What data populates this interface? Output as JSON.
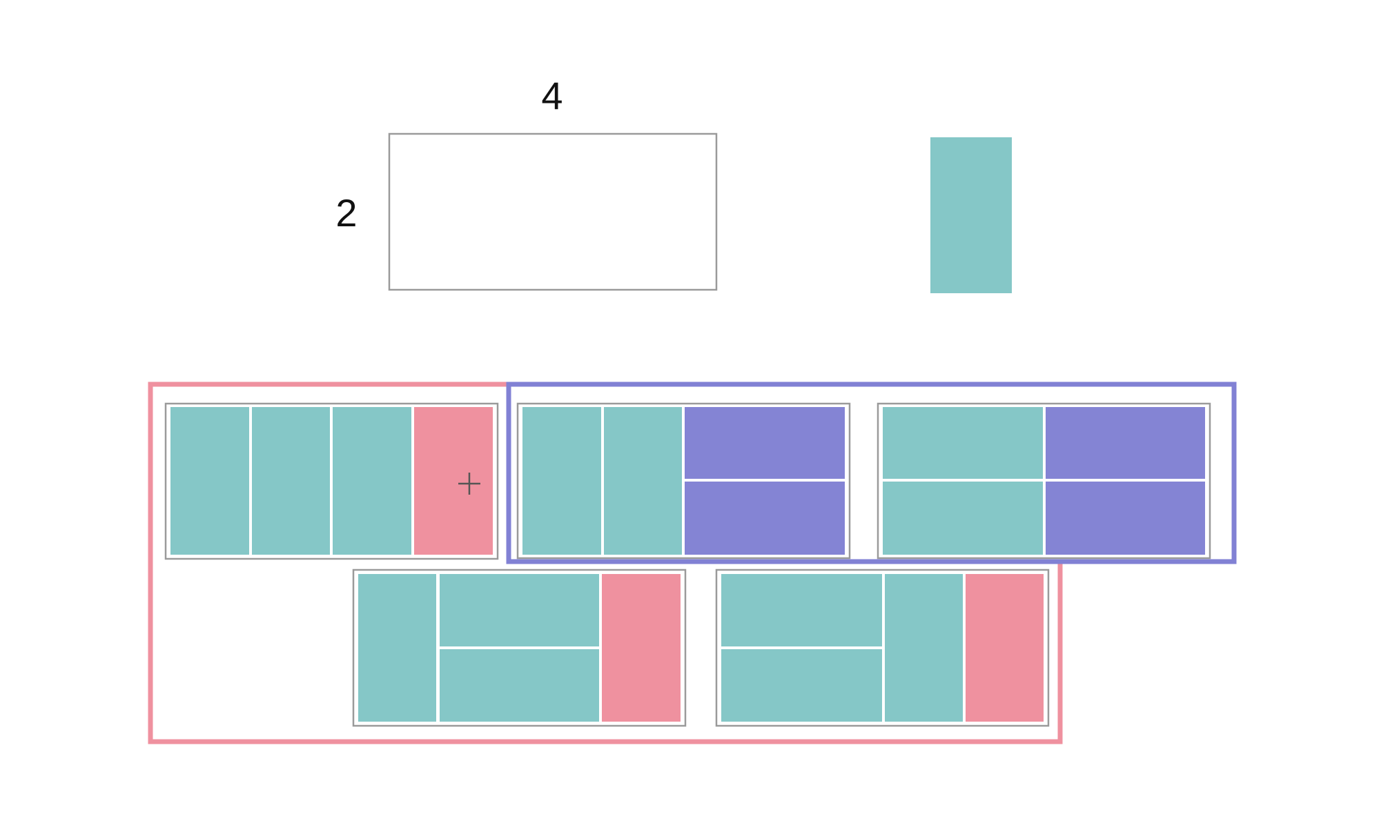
{
  "labels": {
    "width": "4",
    "height": "2"
  },
  "colors": {
    "teal": "#85c7c7",
    "pink": "#ef919f",
    "purple": "#8484d4",
    "frame_border": "#9a9a9a",
    "pink_group": "#ef919f",
    "purple_group": "#8181d4"
  },
  "board": {
    "width_units": 4,
    "height_units": 2
  },
  "tile": {
    "shape": "1x2 domino",
    "color": "teal"
  },
  "tilings": [
    {
      "group": "pink",
      "pieces": [
        "vertical",
        "vertical",
        "vertical",
        "vertical-partial"
      ]
    },
    {
      "group": "purple",
      "pieces": [
        "vertical",
        "vertical",
        "horizontal-pair"
      ]
    },
    {
      "group": "purple",
      "pieces": [
        "horizontal-pair",
        "horizontal-pair"
      ]
    },
    {
      "group": "pink",
      "pieces": [
        "vertical",
        "horizontal-pair",
        "vertical-partial"
      ]
    },
    {
      "group": "pink",
      "pieces": [
        "horizontal-pair",
        "vertical",
        "vertical-partial"
      ]
    }
  ],
  "cursor_icon": "crosshair-icon"
}
